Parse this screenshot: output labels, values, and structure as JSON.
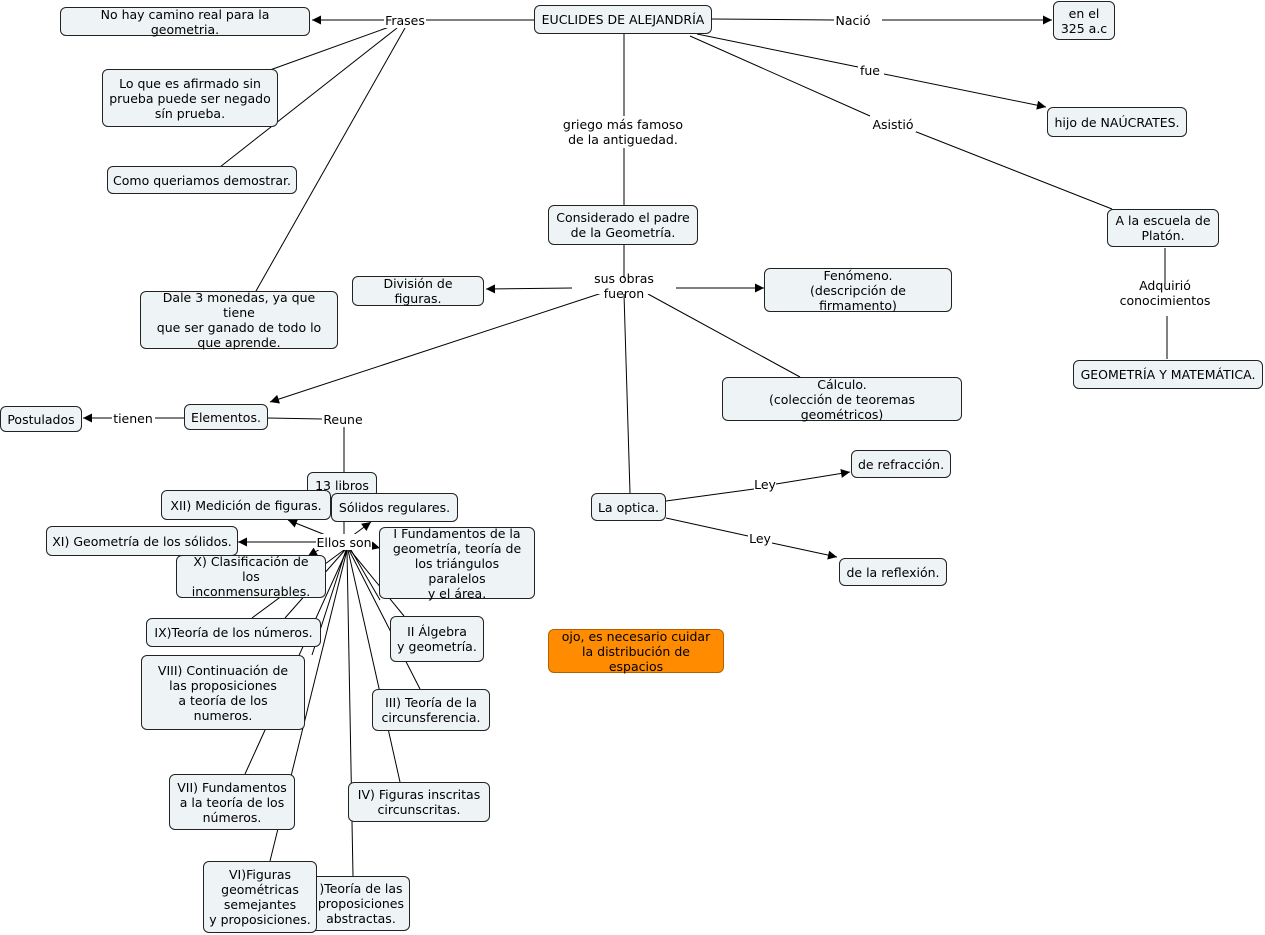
{
  "nodes": {
    "euclides": "EUCLIDES DE ALEJANDRÍA",
    "nacio_fecha": "en el\n325 a.c",
    "hijo": "hijo de NAÚCRATES.",
    "escuela": "A la escuela de\nPlatón.",
    "geom_mat": "GEOMETRÍA Y MATEMÁTICA.",
    "no_camino": "No hay camino real para la geometria.",
    "afirmado": "Lo que es afirmado sin\nprueba puede ser negado\nsín prueba.",
    "como_queriamos": "Como queriamos demostrar.",
    "dale": "Dale 3 monedas, ya que tiene\nque ser ganado de todo lo\nque aprende.",
    "padre": "Considerado el padre\nde la Geometría.",
    "division": "División de figuras.",
    "fenomeno": "Fenómeno.\n(descripción de firmamento)",
    "calculo": "Cálculo.\n(colección de teoremas geométricos)",
    "elementos": "Elementos.",
    "postulados": "Postulados",
    "trece_libros": "13 libros",
    "optica": "La optica.",
    "refraccion": "de refracción.",
    "reflexion": "de la reflexión.",
    "nota": "ojo, es necesario cuidar\nla distribución de espacios",
    "solidos_reg": "Sólidos regulares.",
    "xii": "XII) Medición de  figuras.",
    "xi": "XI) Geometría de los sólidos.",
    "x": "X) Clasificación de\nlos inconmensurables.",
    "i": "I Fundamentos de la\ngeometría, teoría de\nlos triángulos paralelos\ny el área.",
    "ix": "IX)Teoría de los números.",
    "ii": "II Álgebra\ny geometría.",
    "viii": "VIII) Continuación de\nlas proposiciones\na teoría de los numeros.",
    "iii": "III) Teoría de la\ncircunsferencia.",
    "vii": "VII) Fundamentos\na la teoría de los\nnúmeros.",
    "iv": "IV) Figuras inscritas\ncircunscritas.",
    "v": ")Teoría de las\nproposiciones\nabstractas.",
    "vi": "VI)Figuras\ngeométricas\nsemejantes\ny proposiciones."
  },
  "labels": {
    "frases": "Frases",
    "nacio": "Nació",
    "fue": "fue",
    "asistio": "Asistió",
    "adquirio": "Adquirió conocimientos",
    "griego": "griego más  famoso\nde la antiguedad.",
    "sus_obras": "sus obras fueron",
    "tienen": "tienen",
    "reune": "Reune",
    "ellos_son": "Ellos son",
    "ley1": "Ley",
    "ley2": "Ley"
  },
  "colors": {
    "node_fill": "#eef3f5",
    "note_fill": "#ff8c00",
    "line": "#000000"
  }
}
